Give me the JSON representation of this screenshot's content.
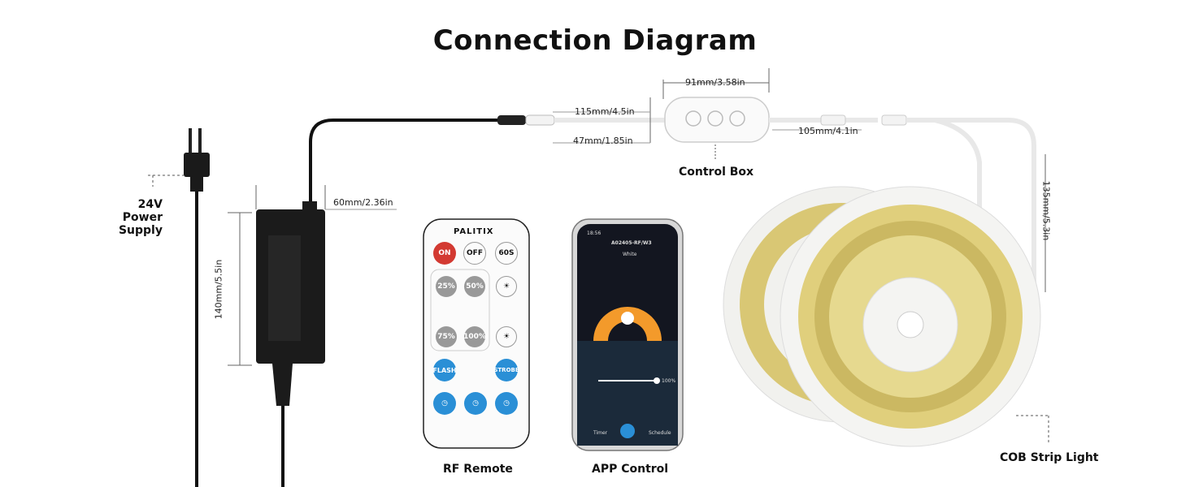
{
  "title": "Connection Diagram",
  "labels": {
    "power_supply_line1": "24V Power",
    "power_supply_line2": "Supply",
    "control_box": "Control Box",
    "rf_remote": "RF Remote",
    "app_control": "APP Control",
    "cob_strip": "COB Strip Light"
  },
  "dimensions": {
    "control_box_width": "91mm/3.58in",
    "lead_in": "115mm/4.5in",
    "control_box_height": "47mm/1.85in",
    "lead_out": "105mm/4.1in",
    "adapter_width": "60mm/2.36in",
    "adapter_height": "140mm/5.5in",
    "strip_lead": "135mm/5.3in"
  },
  "remote": {
    "brand": "PALITIX",
    "on": "ON",
    "off": "OFF",
    "timer": "60S",
    "b25": "25%",
    "b50": "50%",
    "b75": "75%",
    "b100": "100%",
    "flash": "FLASH",
    "strobe": "STROBE"
  },
  "phone": {
    "time": "18:56",
    "device": "A02405-RF/W3",
    "mode": "White",
    "brightness": "100%",
    "tab_timer": "Timer",
    "tab_schedule": "Schedule"
  },
  "colors": {
    "accent_orange": "#f39a2b",
    "on_red": "#d33a32",
    "blue_button": "#2a8fd6",
    "led_yellow": "#e4d07a"
  }
}
